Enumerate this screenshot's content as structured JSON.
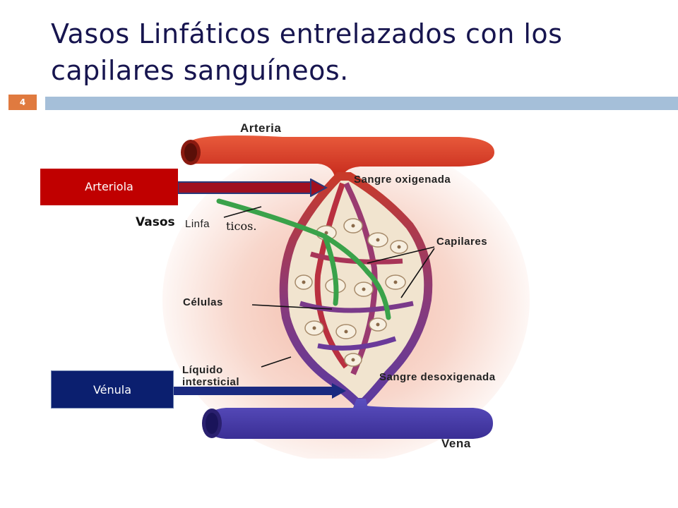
{
  "slide": {
    "title": "Vasos Linfáticos entrelazados con los capilares sanguíneos.",
    "number": "4"
  },
  "labels": {
    "arteria": "Arteria",
    "sangre_oxigenada": "Sangre oxigenada",
    "linfa": "Linfa",
    "capilares": "Capilares",
    "celulas": "Células",
    "liquido_line1": "Líquido",
    "liquido_line2": "intersticial",
    "sangre_desoxigenada": "Sangre desoxigenada",
    "vena": "Vena"
  },
  "overlays": {
    "arteriola": "Arteriola",
    "venula": "Vénula",
    "vasos": "Vasos",
    "ticos": "ticos."
  },
  "colors": {
    "title": "#17154f",
    "header_bar": "#a5bfd9",
    "slide_number_bg": "#e07a3f",
    "arteriola_box": "#c00000",
    "venula_box": "#0b1f6f",
    "artery": "#d8321f",
    "vein": "#4a3ea8",
    "lymph": "#3aa24a"
  }
}
